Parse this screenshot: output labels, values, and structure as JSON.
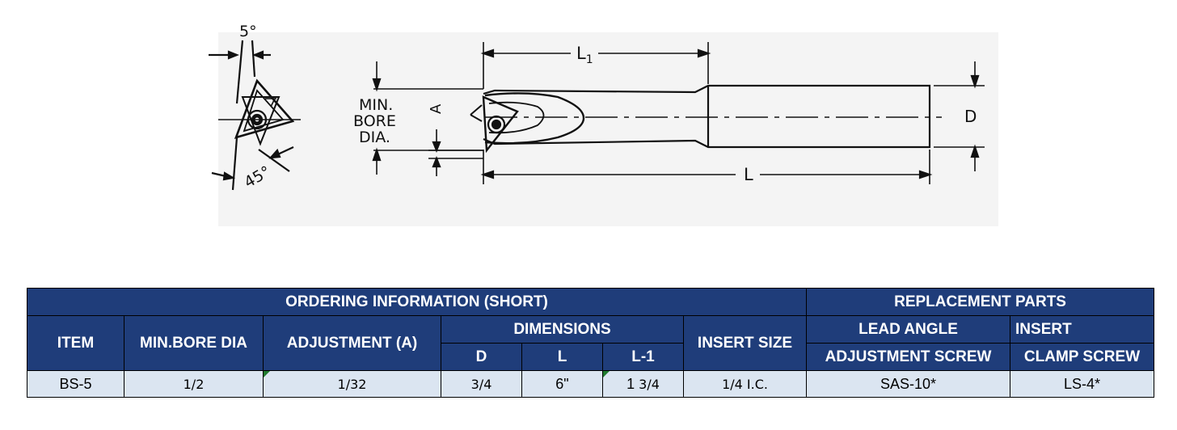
{
  "drawing": {
    "angle_top": "5°",
    "angle_bottom": "45°",
    "label_l1": "L",
    "label_l1_sub": "1",
    "label_l": "L",
    "label_d": "D",
    "label_a": "A",
    "min_bore_lines": [
      "MIN.",
      "BORE",
      "DIA."
    ]
  },
  "table": {
    "group_ordering": "ORDERING INFORMATION (SHORT)",
    "group_replacement": "REPLACEMENT PARTS",
    "col_item": "ITEM",
    "col_min_bore": "MIN.BORE DIA",
    "col_adjustment": "ADJUSTMENT (A)",
    "col_dimensions": "DIMENSIONS",
    "col_d": "D",
    "col_l": "L",
    "col_l1": "L-1",
    "col_insert_size": "INSERT SIZE",
    "col_lead_angle": "LEAD ANGLE",
    "col_insert": "INSERT",
    "col_adjustment_screw": "ADJUSTMENT SCREW",
    "col_clamp_screw": "CLAMP SCREW",
    "row": {
      "item": "BS-5",
      "min_bore": "1/2",
      "adjustment": "1/32",
      "d": "3/4",
      "l": "6\"",
      "l1_whole": "1",
      "l1_frac": "3/4",
      "insert_size": "1/4 I.C.",
      "adjustment_screw": "SAS-10*",
      "clamp_screw": "LS-4*"
    }
  }
}
